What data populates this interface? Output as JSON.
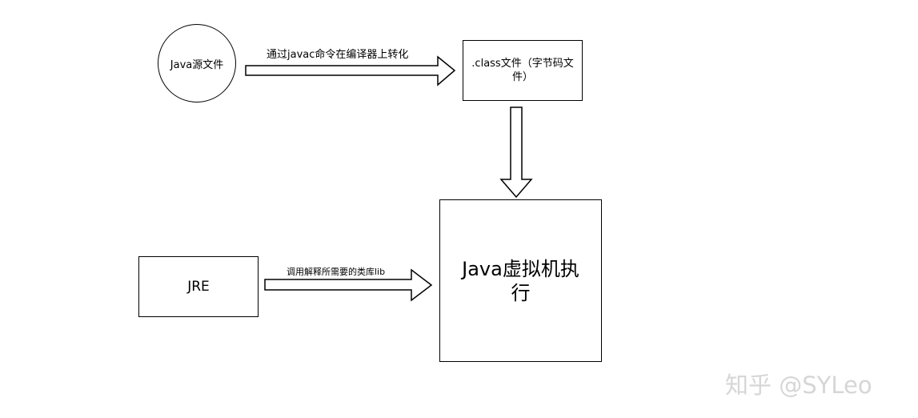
{
  "nodes": {
    "source": {
      "label": "Java源文件"
    },
    "class_file": {
      "label": ".class文件（字节码文件）"
    },
    "jre": {
      "label": "JRE"
    },
    "jvm": {
      "label": "Java虚拟机执行"
    }
  },
  "edges": {
    "compile": {
      "label": "通过javac命令在编译器上转化"
    },
    "lib": {
      "label": "调用解释所需要的类库lib"
    }
  },
  "watermark": {
    "text": "知乎 @SYLeo"
  }
}
